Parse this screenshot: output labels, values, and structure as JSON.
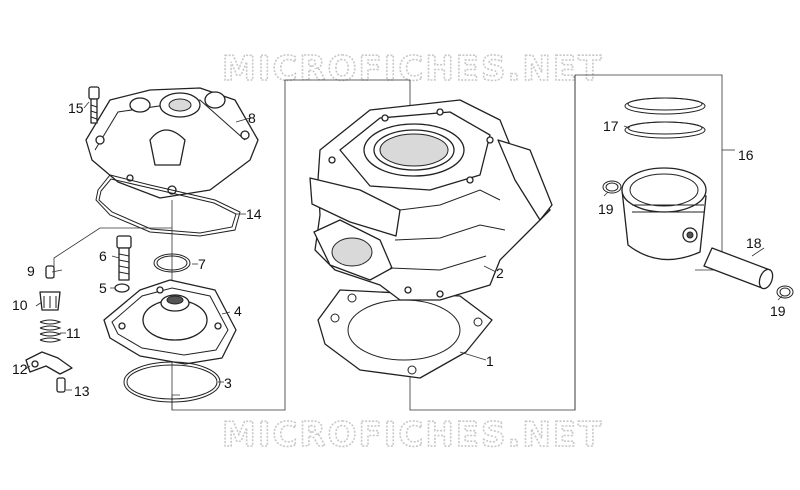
{
  "watermark": "MICROFICHES.NET",
  "callouts": {
    "c1": "1",
    "c2": "2",
    "c3": "3",
    "c4": "4",
    "c5": "5",
    "c6": "6",
    "c7": "7",
    "c8": "8",
    "c9": "9",
    "c10": "10",
    "c11": "11",
    "c12": "12",
    "c13": "13",
    "c14": "14",
    "c15": "15",
    "c16": "16",
    "c17": "17",
    "c18": "18",
    "c19a": "19",
    "c19b": "19"
  }
}
